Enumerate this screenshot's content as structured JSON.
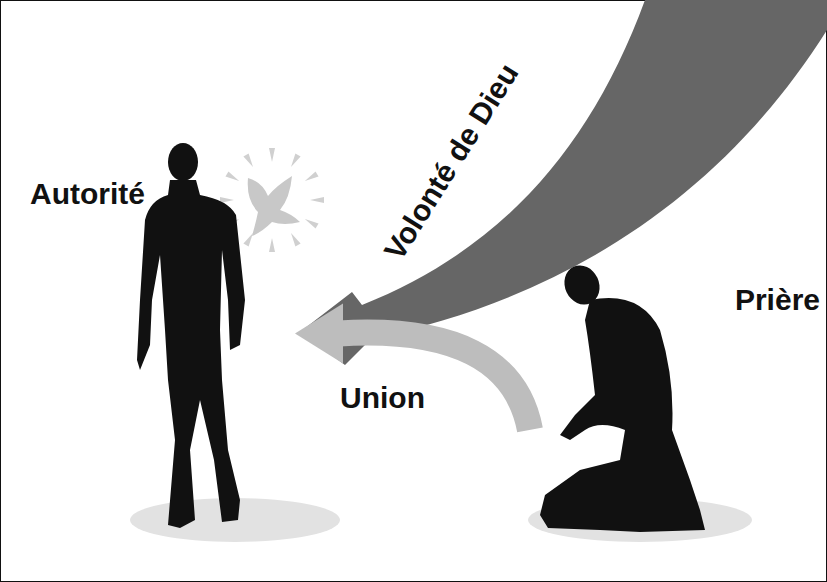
{
  "diagram": {
    "nodes": [
      {
        "text": [
          "Autorité"
        ]
      },
      {
        "text": [
          "Prière"
        ]
      }
    ],
    "edges": [
      {
        "from": 1,
        "to": 0,
        "arrow": "to",
        "label": "Union"
      }
    ],
    "labels": [
      "Volonté de Dieu"
    ]
  }
}
